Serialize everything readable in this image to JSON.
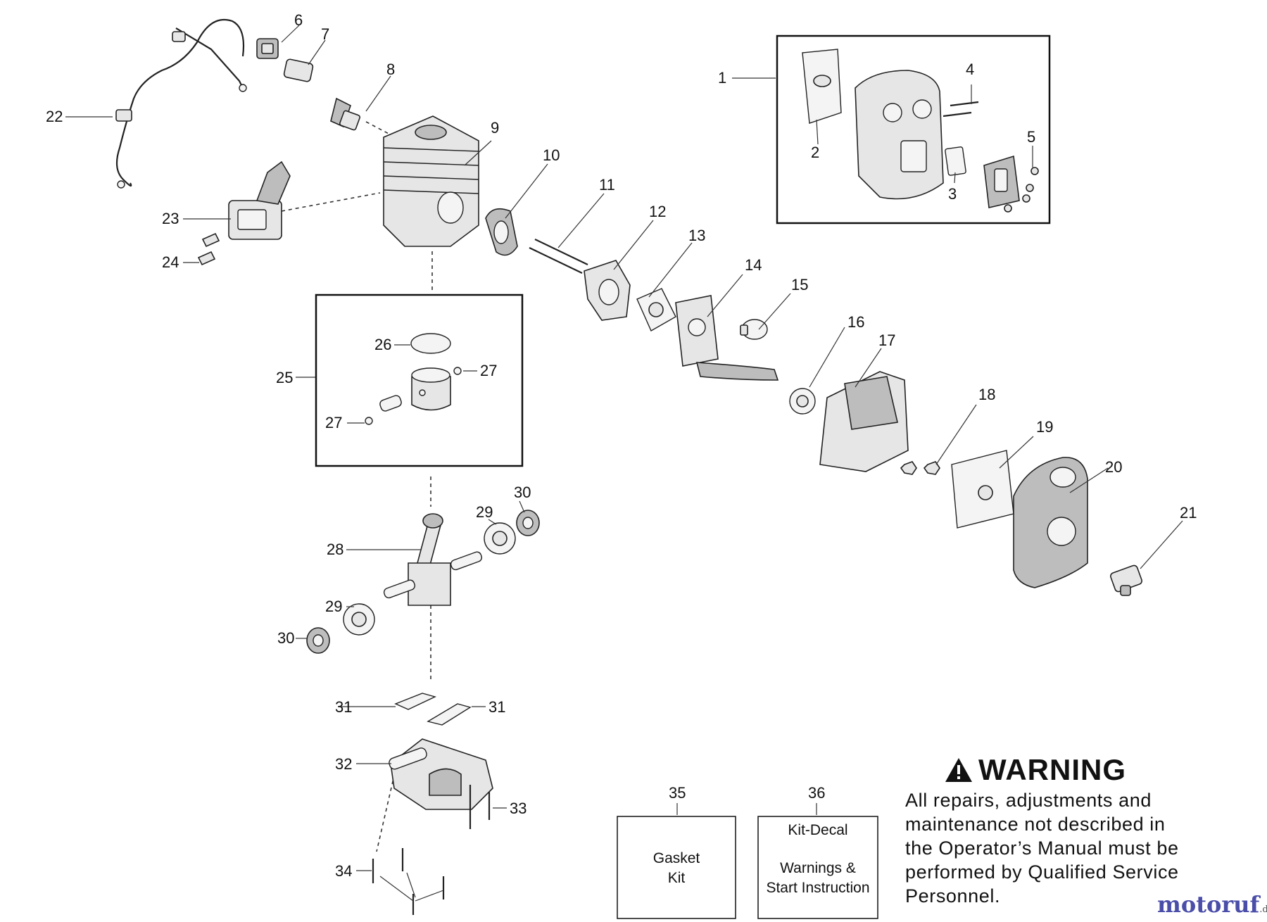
{
  "diagram": {
    "callouts": [
      "1",
      "2",
      "3",
      "4",
      "5",
      "6",
      "7",
      "8",
      "9",
      "10",
      "11",
      "12",
      "13",
      "14",
      "15",
      "16",
      "17",
      "18",
      "19",
      "20",
      "21",
      "22",
      "23",
      "24",
      "25",
      "26",
      "27",
      "27",
      "28",
      "29",
      "29",
      "30",
      "30",
      "31",
      "31",
      "32",
      "33",
      "34",
      "35",
      "36"
    ],
    "kits": {
      "gasket": {
        "number": "35",
        "line1": "Gasket",
        "line2": "Kit"
      },
      "decal": {
        "number": "36",
        "line1": "Kit-Decal",
        "line2": "Warnings &",
        "line3": "Start Instruction"
      }
    },
    "warning": {
      "title": "WARNING",
      "lines": [
        "All repairs, adjustments and",
        "maintenance not described in",
        "the Operator’s Manual must be",
        "performed by Qualified Service",
        "Personnel."
      ]
    },
    "watermark": {
      "brand": "motoruf",
      "tld": ".de"
    }
  }
}
